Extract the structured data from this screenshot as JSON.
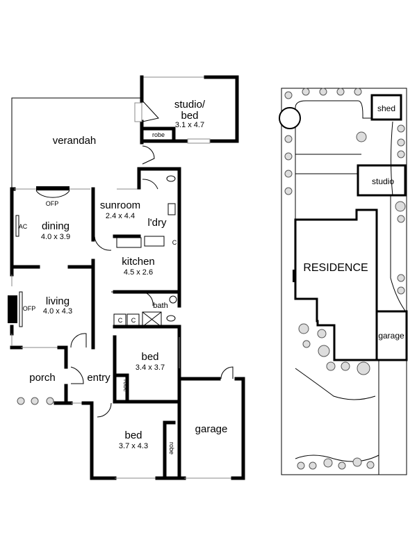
{
  "floor_plan": {
    "rooms": {
      "studio": {
        "name": "studio/",
        "name2": "bed",
        "size": "3.1 x 4.7"
      },
      "studio_robe": {
        "name": "robe"
      },
      "verandah": {
        "name": "verandah"
      },
      "sunroom": {
        "name": "sunroom",
        "size": "2.4 x 4.4"
      },
      "laundry": {
        "name": "l'dry"
      },
      "dining": {
        "name": "dining",
        "size": "4.0 x 3.9"
      },
      "dining_ofp": {
        "name": "OFP"
      },
      "dining_ac": {
        "name": "AC"
      },
      "kitchen": {
        "name": "kitchen",
        "size": "4.5 x 2.6"
      },
      "kitchen_cupboard": {
        "name": "C"
      },
      "living": {
        "name": "living",
        "size": "4.0 x 4.3"
      },
      "living_ofp": {
        "name": "OFP"
      },
      "bath": {
        "name": "bath"
      },
      "cupboard1": {
        "name": "C"
      },
      "cupboard2": {
        "name": "C"
      },
      "bed1": {
        "name": "bed",
        "size": "3.4 x 3.7"
      },
      "bed1_robe": {
        "name": "robe"
      },
      "porch": {
        "name": "porch"
      },
      "entry": {
        "name": "entry"
      },
      "bed2": {
        "name": "bed",
        "size": "3.7 x 4.3"
      },
      "bed2_robe": {
        "name": "robe"
      },
      "garage": {
        "name": "garage"
      }
    }
  },
  "site_plan": {
    "shed": "shed",
    "studio": "studio",
    "residence": "RESIDENCE",
    "garage": "garage"
  }
}
